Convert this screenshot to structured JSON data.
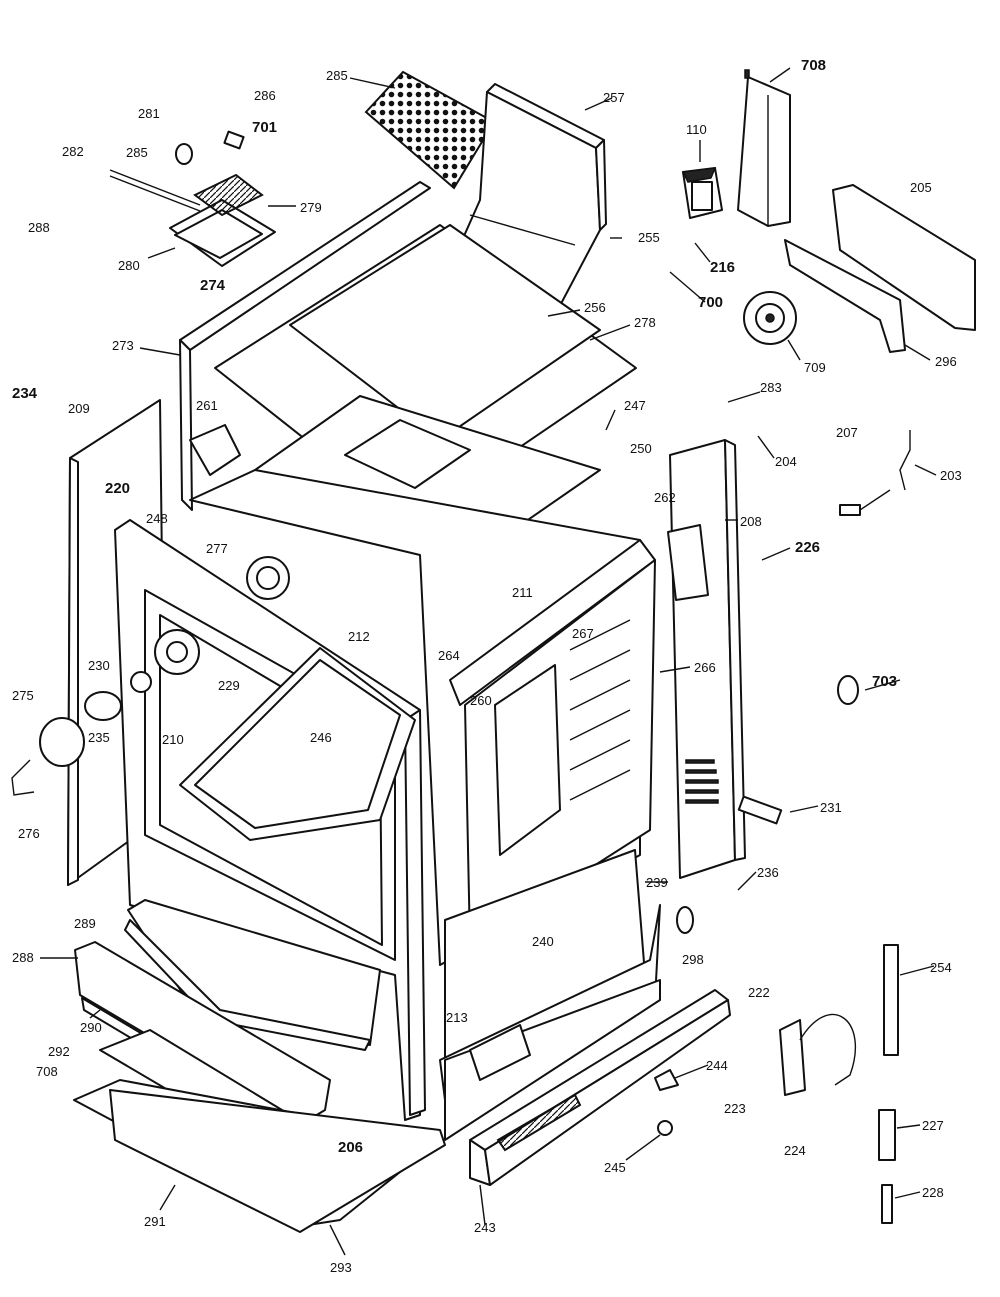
{
  "callouts": [
    {
      "id": "c285",
      "label": "285"
    },
    {
      "id": "c257",
      "label": "257"
    },
    {
      "id": "c708a",
      "label": "708",
      "bold": true
    },
    {
      "id": "c110",
      "label": "110"
    },
    {
      "id": "c281",
      "label": "281"
    },
    {
      "id": "c286",
      "label": "286"
    },
    {
      "id": "c701",
      "label": "701",
      "bold": true
    },
    {
      "id": "c282",
      "label": "282"
    },
    {
      "id": "c285b",
      "label": "285"
    },
    {
      "id": "c279",
      "label": "279"
    },
    {
      "id": "c288",
      "label": "288"
    },
    {
      "id": "c280",
      "label": "280"
    },
    {
      "id": "c274",
      "label": "274",
      "bold": true
    },
    {
      "id": "c255",
      "label": "255"
    },
    {
      "id": "c216",
      "label": "216",
      "bold": true
    },
    {
      "id": "c700a",
      "label": "700",
      "bold": true
    },
    {
      "id": "c256",
      "label": "256"
    },
    {
      "id": "c278",
      "label": "278"
    },
    {
      "id": "c205",
      "label": "205"
    },
    {
      "id": "c709",
      "label": "709"
    },
    {
      "id": "c296",
      "label": "296"
    },
    {
      "id": "c273",
      "label": "273"
    },
    {
      "id": "c234",
      "label": "234",
      "bold": true
    },
    {
      "id": "c209",
      "label": "209"
    },
    {
      "id": "c261",
      "label": "261"
    },
    {
      "id": "c283",
      "label": "283"
    },
    {
      "id": "c247",
      "label": "247"
    },
    {
      "id": "c204",
      "label": "204"
    },
    {
      "id": "c207",
      "label": "207"
    },
    {
      "id": "c203",
      "label": "203"
    },
    {
      "id": "c250",
      "label": "250"
    },
    {
      "id": "c220",
      "label": "220",
      "bold": true
    },
    {
      "id": "c262",
      "label": "262"
    },
    {
      "id": "c208",
      "label": "208"
    },
    {
      "id": "c248",
      "label": "248"
    },
    {
      "id": "c277",
      "label": "277"
    },
    {
      "id": "c226",
      "label": "226",
      "bold": true
    },
    {
      "id": "c211",
      "label": "211"
    },
    {
      "id": "c212",
      "label": "212"
    },
    {
      "id": "c264",
      "label": "264"
    },
    {
      "id": "c267",
      "label": "267"
    },
    {
      "id": "c230",
      "label": "230"
    },
    {
      "id": "c229",
      "label": "229"
    },
    {
      "id": "c246",
      "label": "246"
    },
    {
      "id": "c703",
      "label": "703",
      "bold": true
    },
    {
      "id": "c275",
      "label": "275"
    },
    {
      "id": "c260",
      "label": "260"
    },
    {
      "id": "c235",
      "label": "235"
    },
    {
      "id": "c210",
      "label": "210"
    },
    {
      "id": "c266",
      "label": "266"
    },
    {
      "id": "c276",
      "label": "276"
    },
    {
      "id": "c231",
      "label": "231"
    },
    {
      "id": "c239",
      "label": "239"
    },
    {
      "id": "c236",
      "label": "236"
    },
    {
      "id": "c289",
      "label": "289"
    },
    {
      "id": "c288b",
      "label": "288"
    },
    {
      "id": "c240",
      "label": "240"
    },
    {
      "id": "c298",
      "label": "298"
    },
    {
      "id": "c254",
      "label": "254"
    },
    {
      "id": "c222",
      "label": "222"
    },
    {
      "id": "c290",
      "label": "290"
    },
    {
      "id": "c213",
      "label": "213"
    },
    {
      "id": "c292",
      "label": "292"
    },
    {
      "id": "c244",
      "label": "244"
    },
    {
      "id": "c708b",
      "label": "708"
    },
    {
      "id": "c223",
      "label": "223"
    },
    {
      "id": "c227",
      "label": "227"
    },
    {
      "id": "c206",
      "label": "206",
      "bold": true
    },
    {
      "id": "c224",
      "label": "224"
    },
    {
      "id": "c245",
      "label": "245"
    },
    {
      "id": "c291",
      "label": "291"
    },
    {
      "id": "c228",
      "label": "228"
    },
    {
      "id": "c243",
      "label": "243"
    },
    {
      "id": "c293",
      "label": "293"
    }
  ]
}
